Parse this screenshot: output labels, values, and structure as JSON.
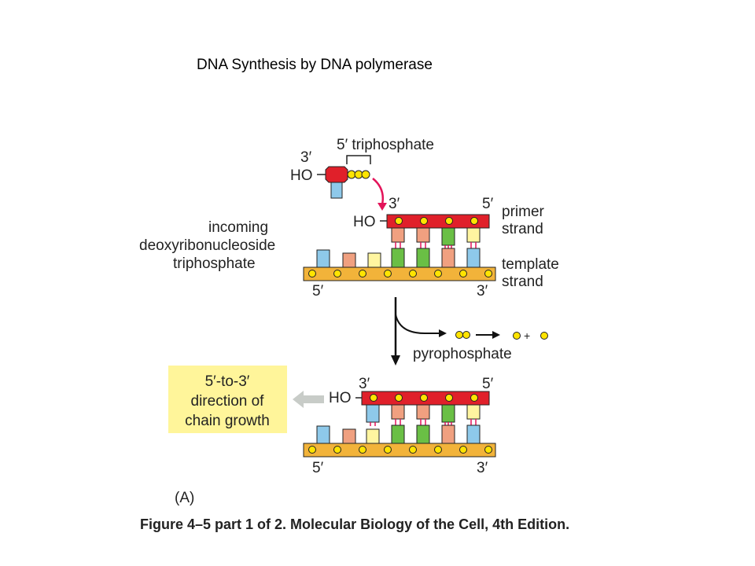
{
  "title": "DNA Synthesis by DNA polymerase",
  "labels": {
    "triphosphate_5prime": "5′ triphosphate",
    "incoming_1": "incoming",
    "incoming_2": "deoxyribonucleoside",
    "incoming_3": "triphosphate",
    "primer_1": "primer",
    "primer_2": "strand",
    "template_1": "template",
    "template_2": "strand",
    "pyrophosphate": "pyrophosphate",
    "plus": "+",
    "box_1": "5′-to-3′",
    "box_2": "direction of",
    "box_3": "chain growth",
    "panel": "(A)",
    "caption": "Figure 4–5 part 1 of 2. Molecular Biology of the Cell, 4th Edition."
  },
  "ends": {
    "three_prime": "3′",
    "five_prime": "5′",
    "ho": "HO"
  },
  "colors": {
    "sugar_red": "#e0202a",
    "backbone_orange": "#f2b33a",
    "phosphate_yellow": "#ffe400",
    "arrow_pink": "#e3145a",
    "box_yellow": "#fff59a",
    "base_blue": "#8ec9ea",
    "base_salmon": "#f0a080",
    "base_green": "#6abf45",
    "base_lightyellow": "#fff5a0",
    "gray_arrow": "#c8ccc8"
  }
}
